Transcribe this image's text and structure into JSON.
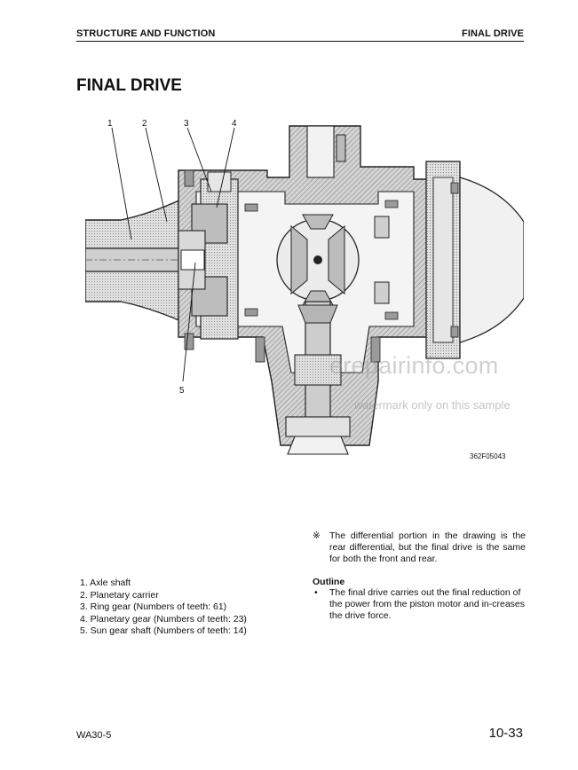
{
  "header": {
    "section": "STRUCTURE AND FUNCTION",
    "topic": "FINAL DRIVE"
  },
  "title": "FINAL DRIVE",
  "figure": {
    "callouts": [
      "1",
      "2",
      "3",
      "4",
      "5"
    ],
    "code": "362F05043"
  },
  "note": {
    "mark": "※",
    "text": "The differential portion in the drawing is the rear differential, but the final drive is the same for both the front and rear."
  },
  "parts": [
    "1. Axle shaft",
    "2. Planetary carrier",
    "3. Ring gear (Numbers of teeth: 61)",
    "4. Planetary gear (Numbers of teeth: 23)",
    "5. Sun gear shaft (Numbers of teeth: 14)"
  ],
  "outline": {
    "heading": "Outline",
    "bullet": "•",
    "text": "The final drive carries out the final reduction of the power from the piston motor and in-creases the drive force."
  },
  "footer": {
    "model": "WA30-5",
    "page": "10-33"
  },
  "watermark": {
    "site": "erepairinfo.com",
    "sample": "watermark only on this sample"
  }
}
